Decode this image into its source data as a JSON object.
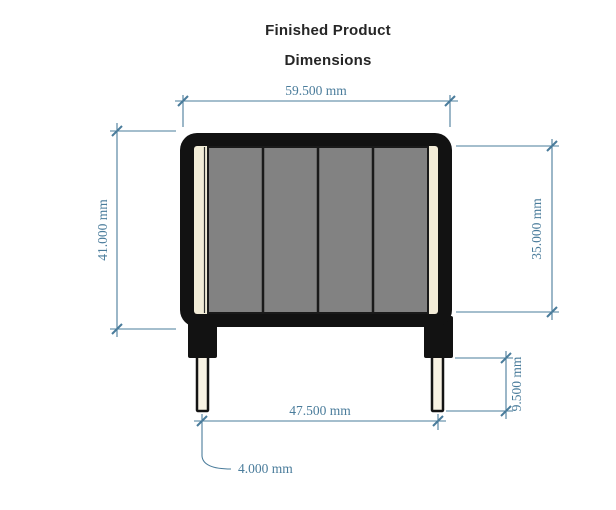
{
  "title": {
    "line1": "Finished Product",
    "line2": "Dimensions"
  },
  "dimensions": {
    "top_width": "59.500 mm",
    "left_height": "41.000 mm",
    "right_height": "35.000 mm",
    "pin_length": "9.500 mm",
    "pin_spacing": "47.500 mm",
    "pin_width": "4.000 mm"
  },
  "colors": {
    "dimension_lines": "#4a7c9b",
    "body_outline": "#121212",
    "winding_gray": "#828282",
    "inner_cream": "#f2ecd7",
    "title_text": "#262626",
    "background": "#ffffff"
  }
}
